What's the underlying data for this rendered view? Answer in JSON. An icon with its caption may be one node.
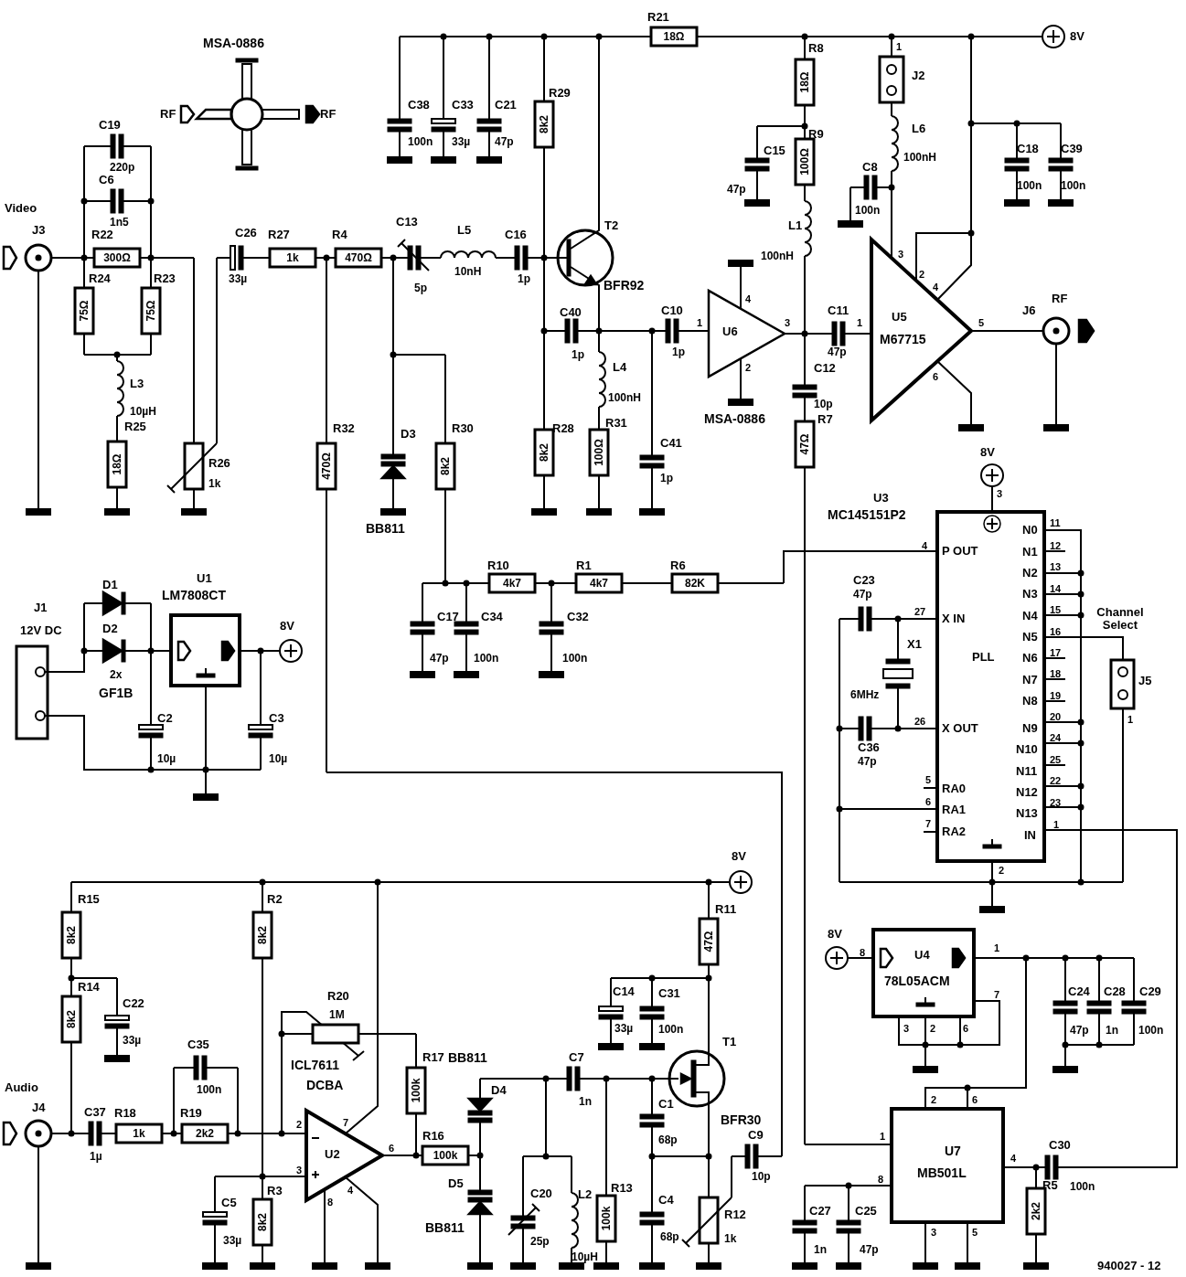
{
  "diagram": {
    "labels": [
      "MSA-0886",
      "RF",
      "RF",
      "C38",
      "C33",
      "C21",
      "R29",
      "100n",
      "33µ",
      "47p",
      "8k2",
      "R21",
      "18Ω",
      "R8",
      "18Ω",
      "1",
      "J2",
      "8V",
      "C19",
      "220p",
      "C6",
      "1n5",
      "Video",
      "J3",
      "R22",
      "300Ω",
      "R24",
      "R23",
      "75Ω",
      "75Ω",
      "C26",
      "R27",
      "R4",
      "C13",
      "L5",
      "C16",
      "T2",
      "1k",
      "470Ω",
      "33µ",
      "10nH",
      "1p",
      "5p",
      "BFR92",
      "C15",
      "R9",
      "100Ω",
      "L6",
      "100nH",
      "C8",
      "C18",
      "C39",
      "47p",
      "100n",
      "100n",
      "100n",
      "L1",
      "100nH",
      "4",
      "3",
      "2",
      "4",
      "C40",
      "C10",
      "C11",
      "RF",
      "J6",
      "1",
      "U6",
      "3",
      "1",
      "U5",
      "5",
      "M67715",
      "1p",
      "1p",
      "47p",
      "L4",
      "2",
      "C12",
      "6",
      "100nH",
      "10p",
      "MSA-0886",
      "L3",
      "10µH",
      "R25",
      "R32",
      "D3",
      "R30",
      "R28",
      "R31",
      "R7",
      "C41",
      "18Ω",
      "R26",
      "470Ω",
      "8k2",
      "8k2",
      "100Ω",
      "47Ω",
      "1k",
      "1p",
      "BB811",
      "8V",
      "3",
      "U3",
      "MC145151P2",
      "11",
      "N0",
      "4",
      "P OUT",
      "N1",
      "12",
      "R10",
      "R1",
      "R6",
      "N2",
      "13",
      "4k7",
      "4k7",
      "82K",
      "C23",
      "47p",
      "N3",
      "14",
      "J1",
      "D1",
      "U1",
      "LM7808CT",
      "C17",
      "C34",
      "C32",
      "27",
      "X IN",
      "N4",
      "15",
      "Channel Select",
      "12V DC",
      "D2",
      "8V",
      "16",
      "N5",
      "X1",
      "PLL",
      "N6",
      "17",
      "47p",
      "100n",
      "100n",
      "2x",
      "N7",
      "18",
      "J5",
      "GF1B",
      "6MHz",
      "N8",
      "19",
      "C2",
      "C3",
      "26",
      "20",
      "1",
      "X OUT",
      "N9",
      "24",
      "C36",
      "N10",
      "10µ",
      "10µ",
      "47p",
      "25",
      "N11",
      "5",
      "RA0",
      "22",
      "N12",
      "6",
      "RA1",
      "23",
      "N13",
      "7",
      "RA2",
      "1",
      "IN",
      "2",
      "8V",
      "R15",
      "R2",
      "R11",
      "8k2",
      "8k2",
      "8V",
      "8",
      "U4",
      "1",
      "47Ω",
      "78L05ACM",
      "R14",
      "R20",
      "C14",
      "C31",
      "7",
      "C24",
      "C28",
      "C29",
      "C22",
      "1M",
      "8k2",
      "33µ",
      "100n",
      "3",
      "2",
      "6",
      "47p",
      "1n",
      "100n",
      "33µ",
      "C35",
      "R17",
      "T1",
      "ICL7611",
      "BB811",
      "C7",
      "Audio",
      "100n",
      "DCBA",
      "100k",
      "D4",
      "1n",
      "C1",
      "BFR30",
      "J4",
      "C37",
      "R18",
      "R19",
      "2",
      "7",
      "1k",
      "2k2",
      "R16",
      "C9",
      "68p",
      "6",
      "U2",
      "1µ",
      "100k",
      "3",
      "10p",
      "D5",
      "R3",
      "4",
      "C20",
      "R13",
      "C4",
      "L2",
      "C5",
      "8",
      "R12",
      "8k2",
      "100k",
      "BB811",
      "33µ",
      "25p",
      "68p",
      "1k",
      "10µH",
      "2",
      "6",
      "1",
      "U7",
      "C30",
      "4",
      "MB501L",
      "8",
      "R5",
      "100n",
      "2k2",
      "C27",
      "C25",
      "3",
      "5",
      "1n",
      "47p",
      "940027 - 12"
    ]
  }
}
